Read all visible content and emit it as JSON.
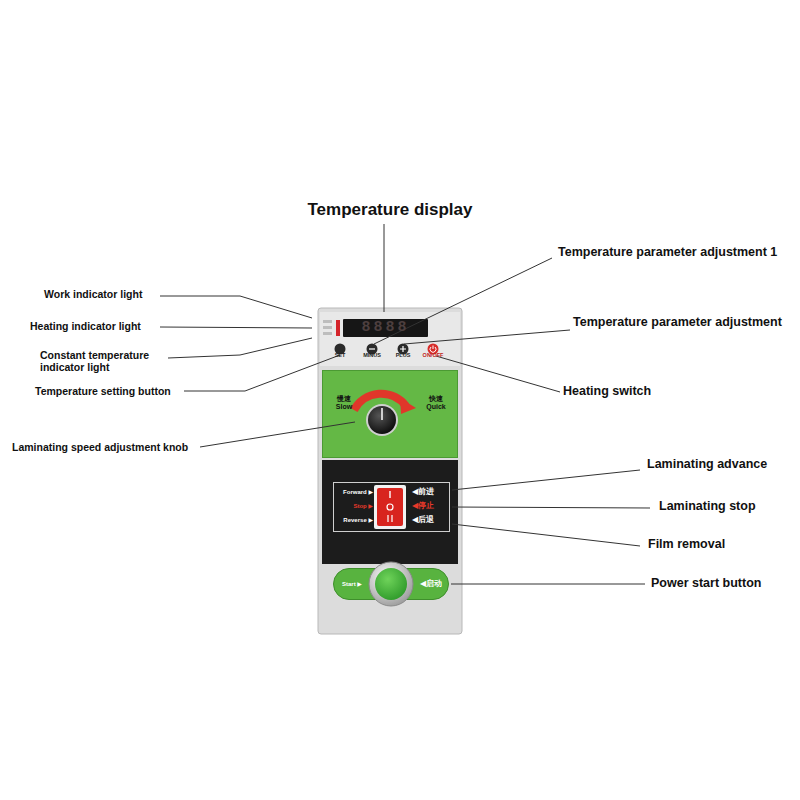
{
  "diagram": {
    "nodes": [
      {
        "text": [
          "SET",
          "MINUS",
          "PLUS",
          "ON/OFF"
        ]
      },
      {
        "text": [
          "8888"
        ],
        "in": 0
      },
      {
        "text": [
          "慢速 Slow",
          "快速 Quick"
        ]
      },
      {
        "text": [
          "Forward ▶",
          "Stop ▶",
          "Reverse ▶",
          "◀前进",
          "◀停止",
          "◀后退"
        ]
      },
      {
        "text": [
          "Start ▶",
          "◀启动"
        ]
      }
    ],
    "labels": [
      "Temperature display",
      "Temperature parameter adjustment 1",
      "Work indicator light",
      "Temperature parameter adjustment",
      "Heating indicator light",
      "Constant temperature indicator light",
      "Temperature setting button",
      "Heating switch",
      "Laminating speed adjustment knob",
      "Laminating advance",
      "Laminating stop",
      "Film removal",
      "Power start button"
    ]
  }
}
